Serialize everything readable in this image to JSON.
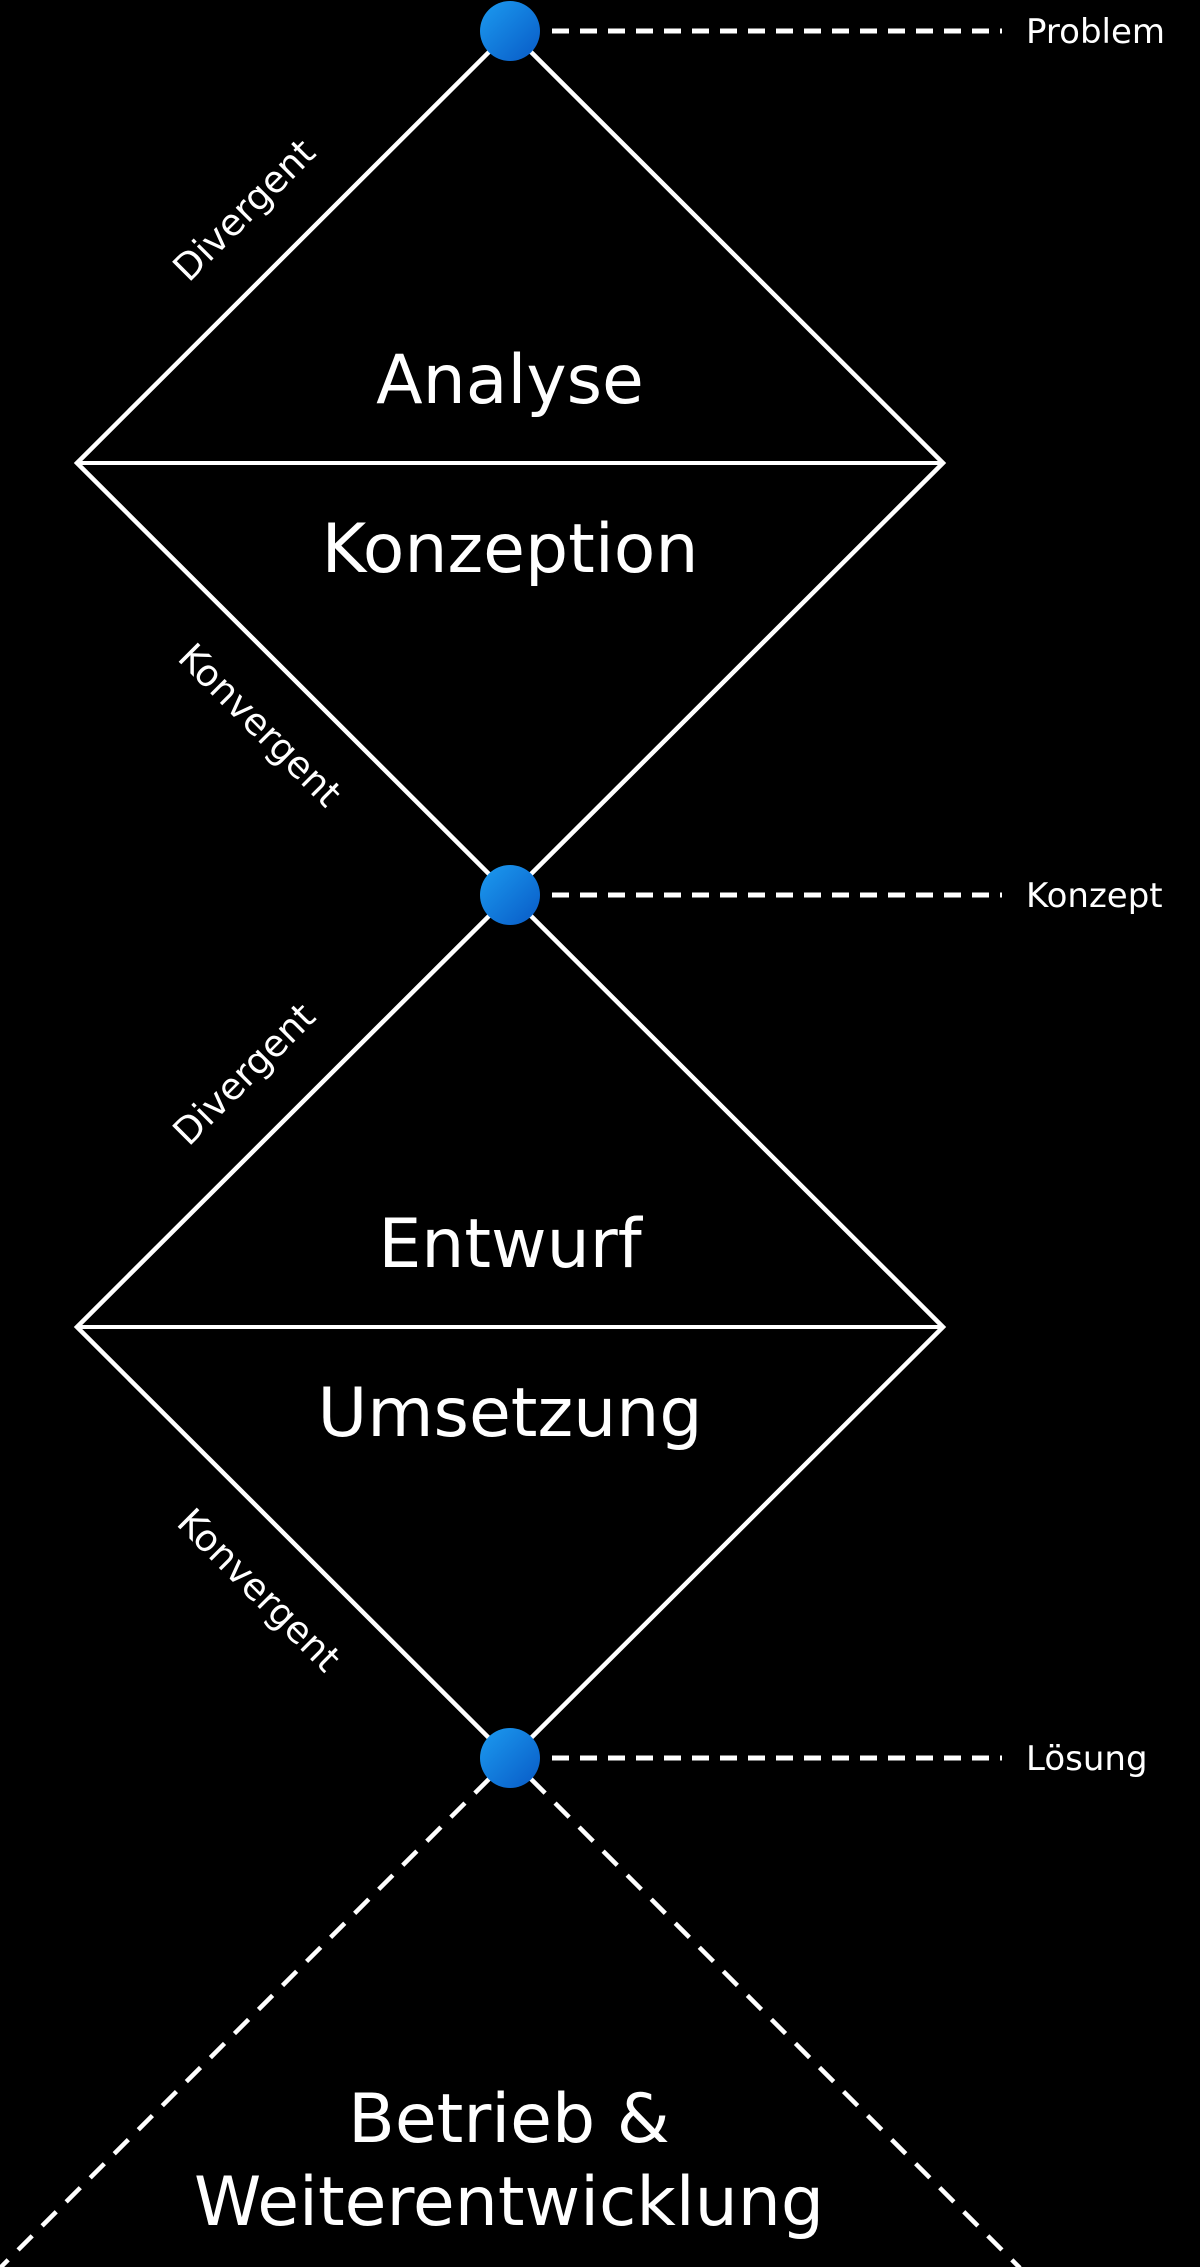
{
  "colors": {
    "background": "#000000",
    "line": "#ffffff",
    "text": "#ffffff",
    "dot_gradient_start": "#1c9bf0",
    "dot_gradient_end": "#085ac6"
  },
  "milestones": [
    {
      "label": "Problem"
    },
    {
      "label": "Konzept"
    },
    {
      "label": "Lösung"
    }
  ],
  "diamonds": [
    {
      "top_phase": "Analyse",
      "bottom_phase": "Konzeption",
      "divergent_label": "Divergent",
      "convergent_label": "Konvergent"
    },
    {
      "top_phase": "Entwurf",
      "bottom_phase": "Umsetzung",
      "divergent_label": "Divergent",
      "convergent_label": "Konvergent"
    }
  ],
  "footer": {
    "line1": "Betrieb &",
    "line2": "Weiterentwicklung"
  }
}
